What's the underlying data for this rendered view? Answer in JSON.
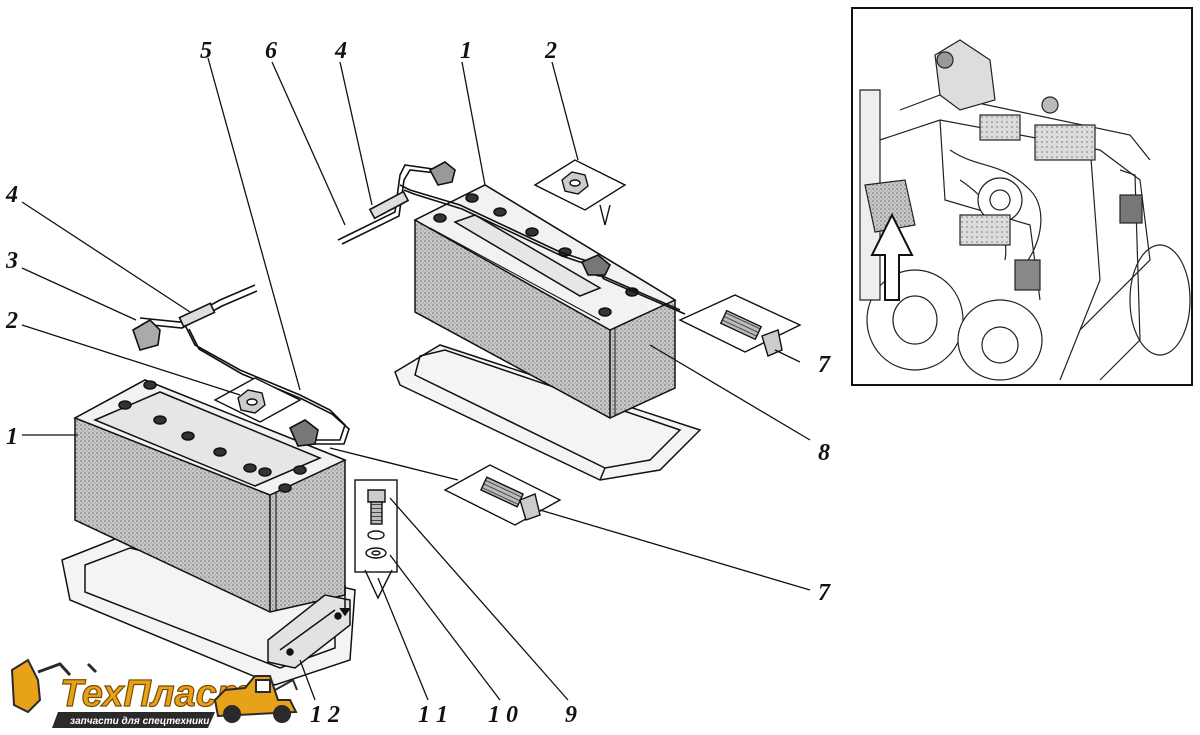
{
  "callouts": {
    "c1_top": "1",
    "c2_top": "2",
    "c4_top": "4",
    "c6": "6",
    "c5": "5",
    "c4_left": "4",
    "c3": "3",
    "c2_left": "2",
    "c1_left": "1",
    "c7_top": "7",
    "c8": "8",
    "c7_bottom": "7",
    "c12": "1 2",
    "c11": "1 1",
    "c10": "1 0",
    "c9": "9"
  },
  "logo": {
    "brand": "ТехПласт",
    "tagline": "запчасти для спецтехники"
  },
  "colors": {
    "line": "#111111",
    "battery_shade": "#8a8a8a",
    "logo_yellow": "#e7a21a",
    "logo_dark": "#2a2a2a"
  }
}
